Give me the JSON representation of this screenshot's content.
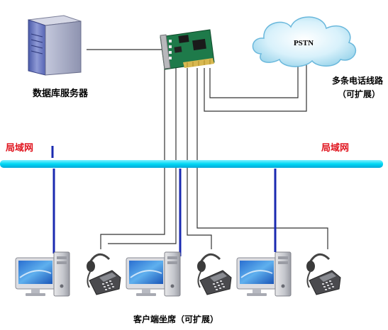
{
  "labels": {
    "server": "数据库服务器",
    "pstn": "PSTN",
    "lines_1": "多条电话线路",
    "lines_2": "（可扩展）",
    "lan_left": "局域网",
    "lan_right": "局域网",
    "clients": "客户端坐席（可扩展）"
  },
  "colors": {
    "lan_bus": "#00d8f4",
    "lan_drop": "#1a2ab0",
    "label_red": "#e0141e",
    "cable": "#333333"
  }
}
